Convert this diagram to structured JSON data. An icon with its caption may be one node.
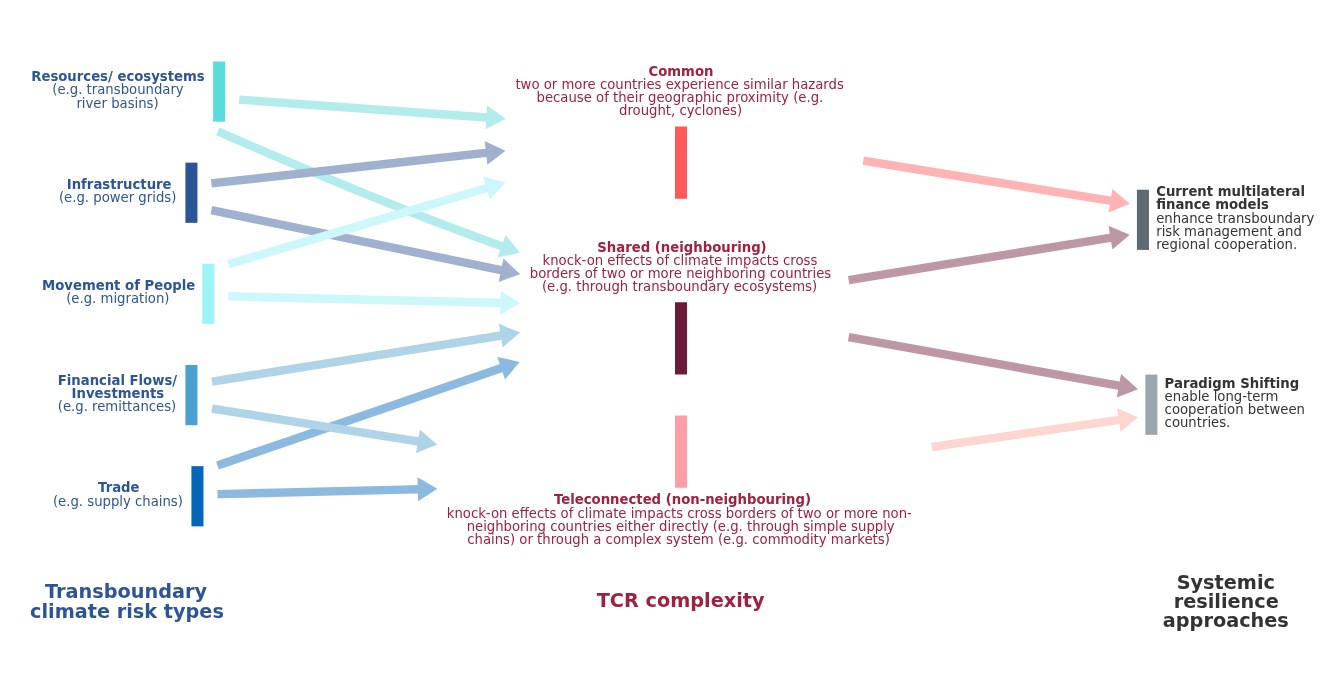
{
  "diagram": {
    "nodes": [
      {
        "text": [
          "Resources/ ecosystems",
          "(e.g. transboundary river basins)"
        ]
      },
      {
        "text": [
          "Infrastructure",
          "(e.g. power grids)"
        ]
      },
      {
        "text": [
          "Movement of People",
          "(e.g. migration)"
        ]
      },
      {
        "text": [
          "Trade",
          "(e.g. supply chains)"
        ]
      },
      {
        "text": [
          "Financial Flows/ Investments",
          "(e.g. remittances)"
        ]
      },
      {
        "text": [
          "Common",
          "two or more countries experience similar hazards because of their geographic proximity (e.g. drought, cyclones)"
        ]
      },
      {
        "text": [
          "Shared (neighbouring)",
          "knock-on effects of climate impacts cross borders of two or more neighboring countries (e.g. through transboundary ecosystems)"
        ]
      },
      {
        "text": [
          "Teleconnected (non-neighbouring)",
          "knock-on effects of climate impacts cross borders of two or more non-neighboring countries either directly (e.g. through simple supply chains) or through a complex system (e.g. commodity markets)"
        ]
      },
      {
        "text": [
          "Current multilateral finance models",
          "enhance transboundary risk management and regional cooperation."
        ]
      },
      {
        "text": [
          "Paradigm Shifting",
          "enable long-term cooperation between countries."
        ]
      }
    ],
    "edges": [
      {
        "from": 0,
        "to": 5,
        "arrow": "to",
        "color": "#b3ecec"
      },
      {
        "from": 0,
        "to": 6,
        "arrow": "to",
        "color": "#b3ecec"
      },
      {
        "from": 1,
        "to": 5,
        "arrow": "to",
        "color": "#a0b0cf"
      },
      {
        "from": 1,
        "to": 6,
        "arrow": "to",
        "color": "#a0b0cf"
      },
      {
        "from": 2,
        "to": 5,
        "arrow": "to",
        "color": "#ccf8fb"
      },
      {
        "from": 2,
        "to": 6,
        "arrow": "to",
        "color": "#ccf8fb"
      },
      {
        "from": 3,
        "to": 6,
        "arrow": "to",
        "color": "#8cb9df"
      },
      {
        "from": 3,
        "to": 7,
        "arrow": "to",
        "color": "#8cb9df"
      },
      {
        "from": 4,
        "to": 6,
        "arrow": "to",
        "color": "#afd4e8"
      },
      {
        "from": 4,
        "to": 7,
        "arrow": "to",
        "color": "#afd4e8"
      },
      {
        "from": 5,
        "to": 8,
        "arrow": "to",
        "color": "#ffb3b3"
      },
      {
        "from": 6,
        "to": 8,
        "arrow": "to",
        "color": "#bd97a5"
      },
      {
        "from": 6,
        "to": 9,
        "arrow": "to",
        "color": "#bd97a5"
      },
      {
        "from": 7,
        "to": 9,
        "arrow": "to",
        "color": "#fdd6d0"
      }
    ],
    "labels": [
      "Transboundary climate risk types",
      "TCR complexity",
      "Systemic resilience approaches"
    ]
  }
}
